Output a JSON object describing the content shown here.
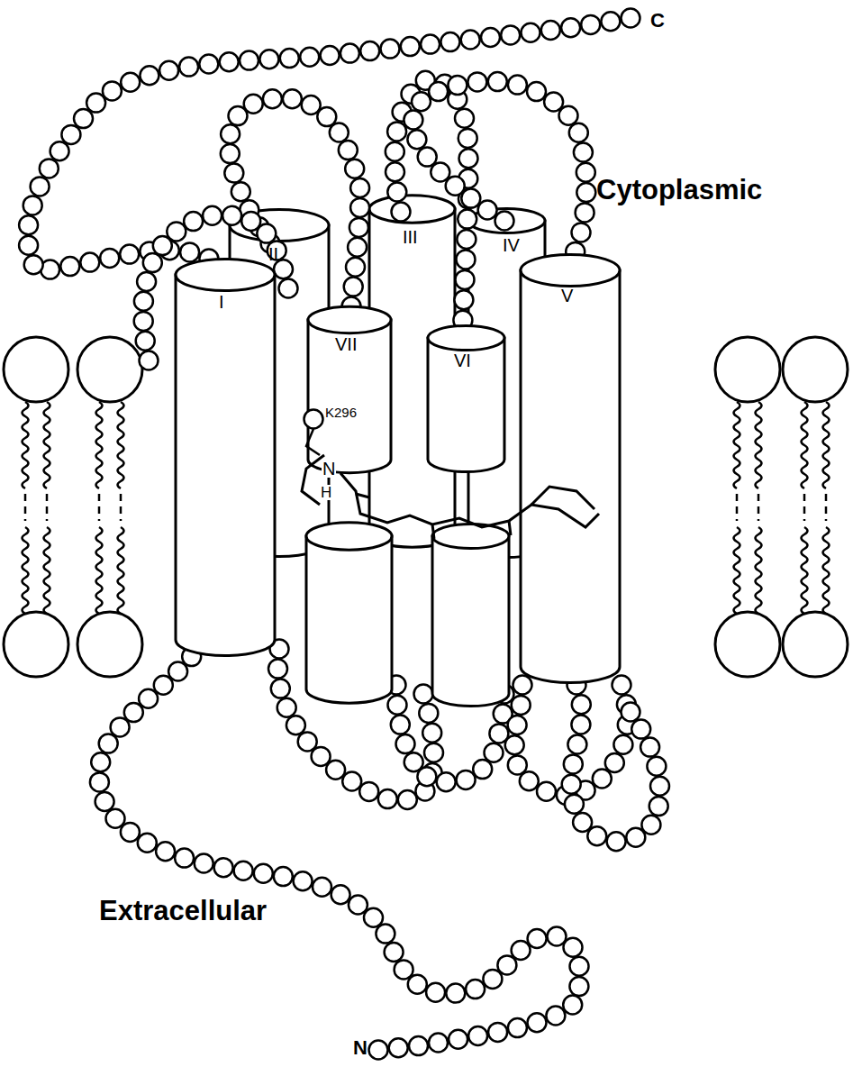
{
  "diagram": {
    "labels": [
      "C",
      "Cytoplasmic",
      "I",
      "II",
      "III",
      "IV",
      "V",
      "VII",
      "VI",
      "K296",
      "N",
      "H",
      "Extracellular",
      "N"
    ]
  }
}
